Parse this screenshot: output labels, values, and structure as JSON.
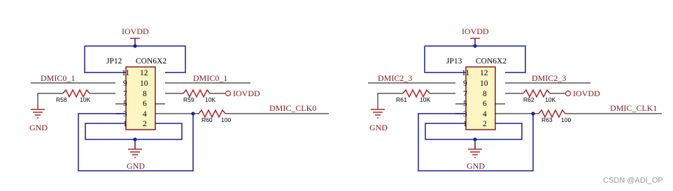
{
  "circuits": [
    {
      "jp": "JP12",
      "con": "CON6X2",
      "power": "IOVDD",
      "gnd_left": "GND",
      "gnd_bottom": "GND",
      "left_signal": "DMIC0_1",
      "right_signal": "DMIC0_1",
      "iovdd_right": "IOVDD",
      "clk_label": "DMIC_CLK0",
      "r_left": {
        "name": "R58",
        "value": "10K"
      },
      "r_pullup": {
        "name": "R59",
        "value": "10K"
      },
      "r_clk": {
        "name": "R60",
        "value": "100"
      }
    },
    {
      "jp": "JP13",
      "con": "CON6X2",
      "power": "IOVDD",
      "gnd_left": "GND",
      "gnd_bottom": "GND",
      "left_signal": "DMIC2_3",
      "right_signal": "DMIC2_3",
      "iovdd_right": "IOVDD",
      "clk_label": "DMIC_CLK1",
      "r_left": {
        "name": "R61",
        "value": "10K"
      },
      "r_pullup": {
        "name": "R62",
        "value": "10K"
      },
      "r_clk": {
        "name": "R63",
        "value": "100"
      }
    }
  ],
  "pins": {
    "left": [
      "11",
      "9",
      "7",
      "5",
      "3",
      "1"
    ],
    "right": [
      "12",
      "10",
      "8",
      "6",
      "4",
      "2"
    ]
  },
  "watermark": "CSDN @ADI_OP",
  "colors": {
    "wire": "#1f1f8f",
    "component": "#b22222",
    "label": "#8b1a1a",
    "header_fill": "#fdf5c2"
  }
}
